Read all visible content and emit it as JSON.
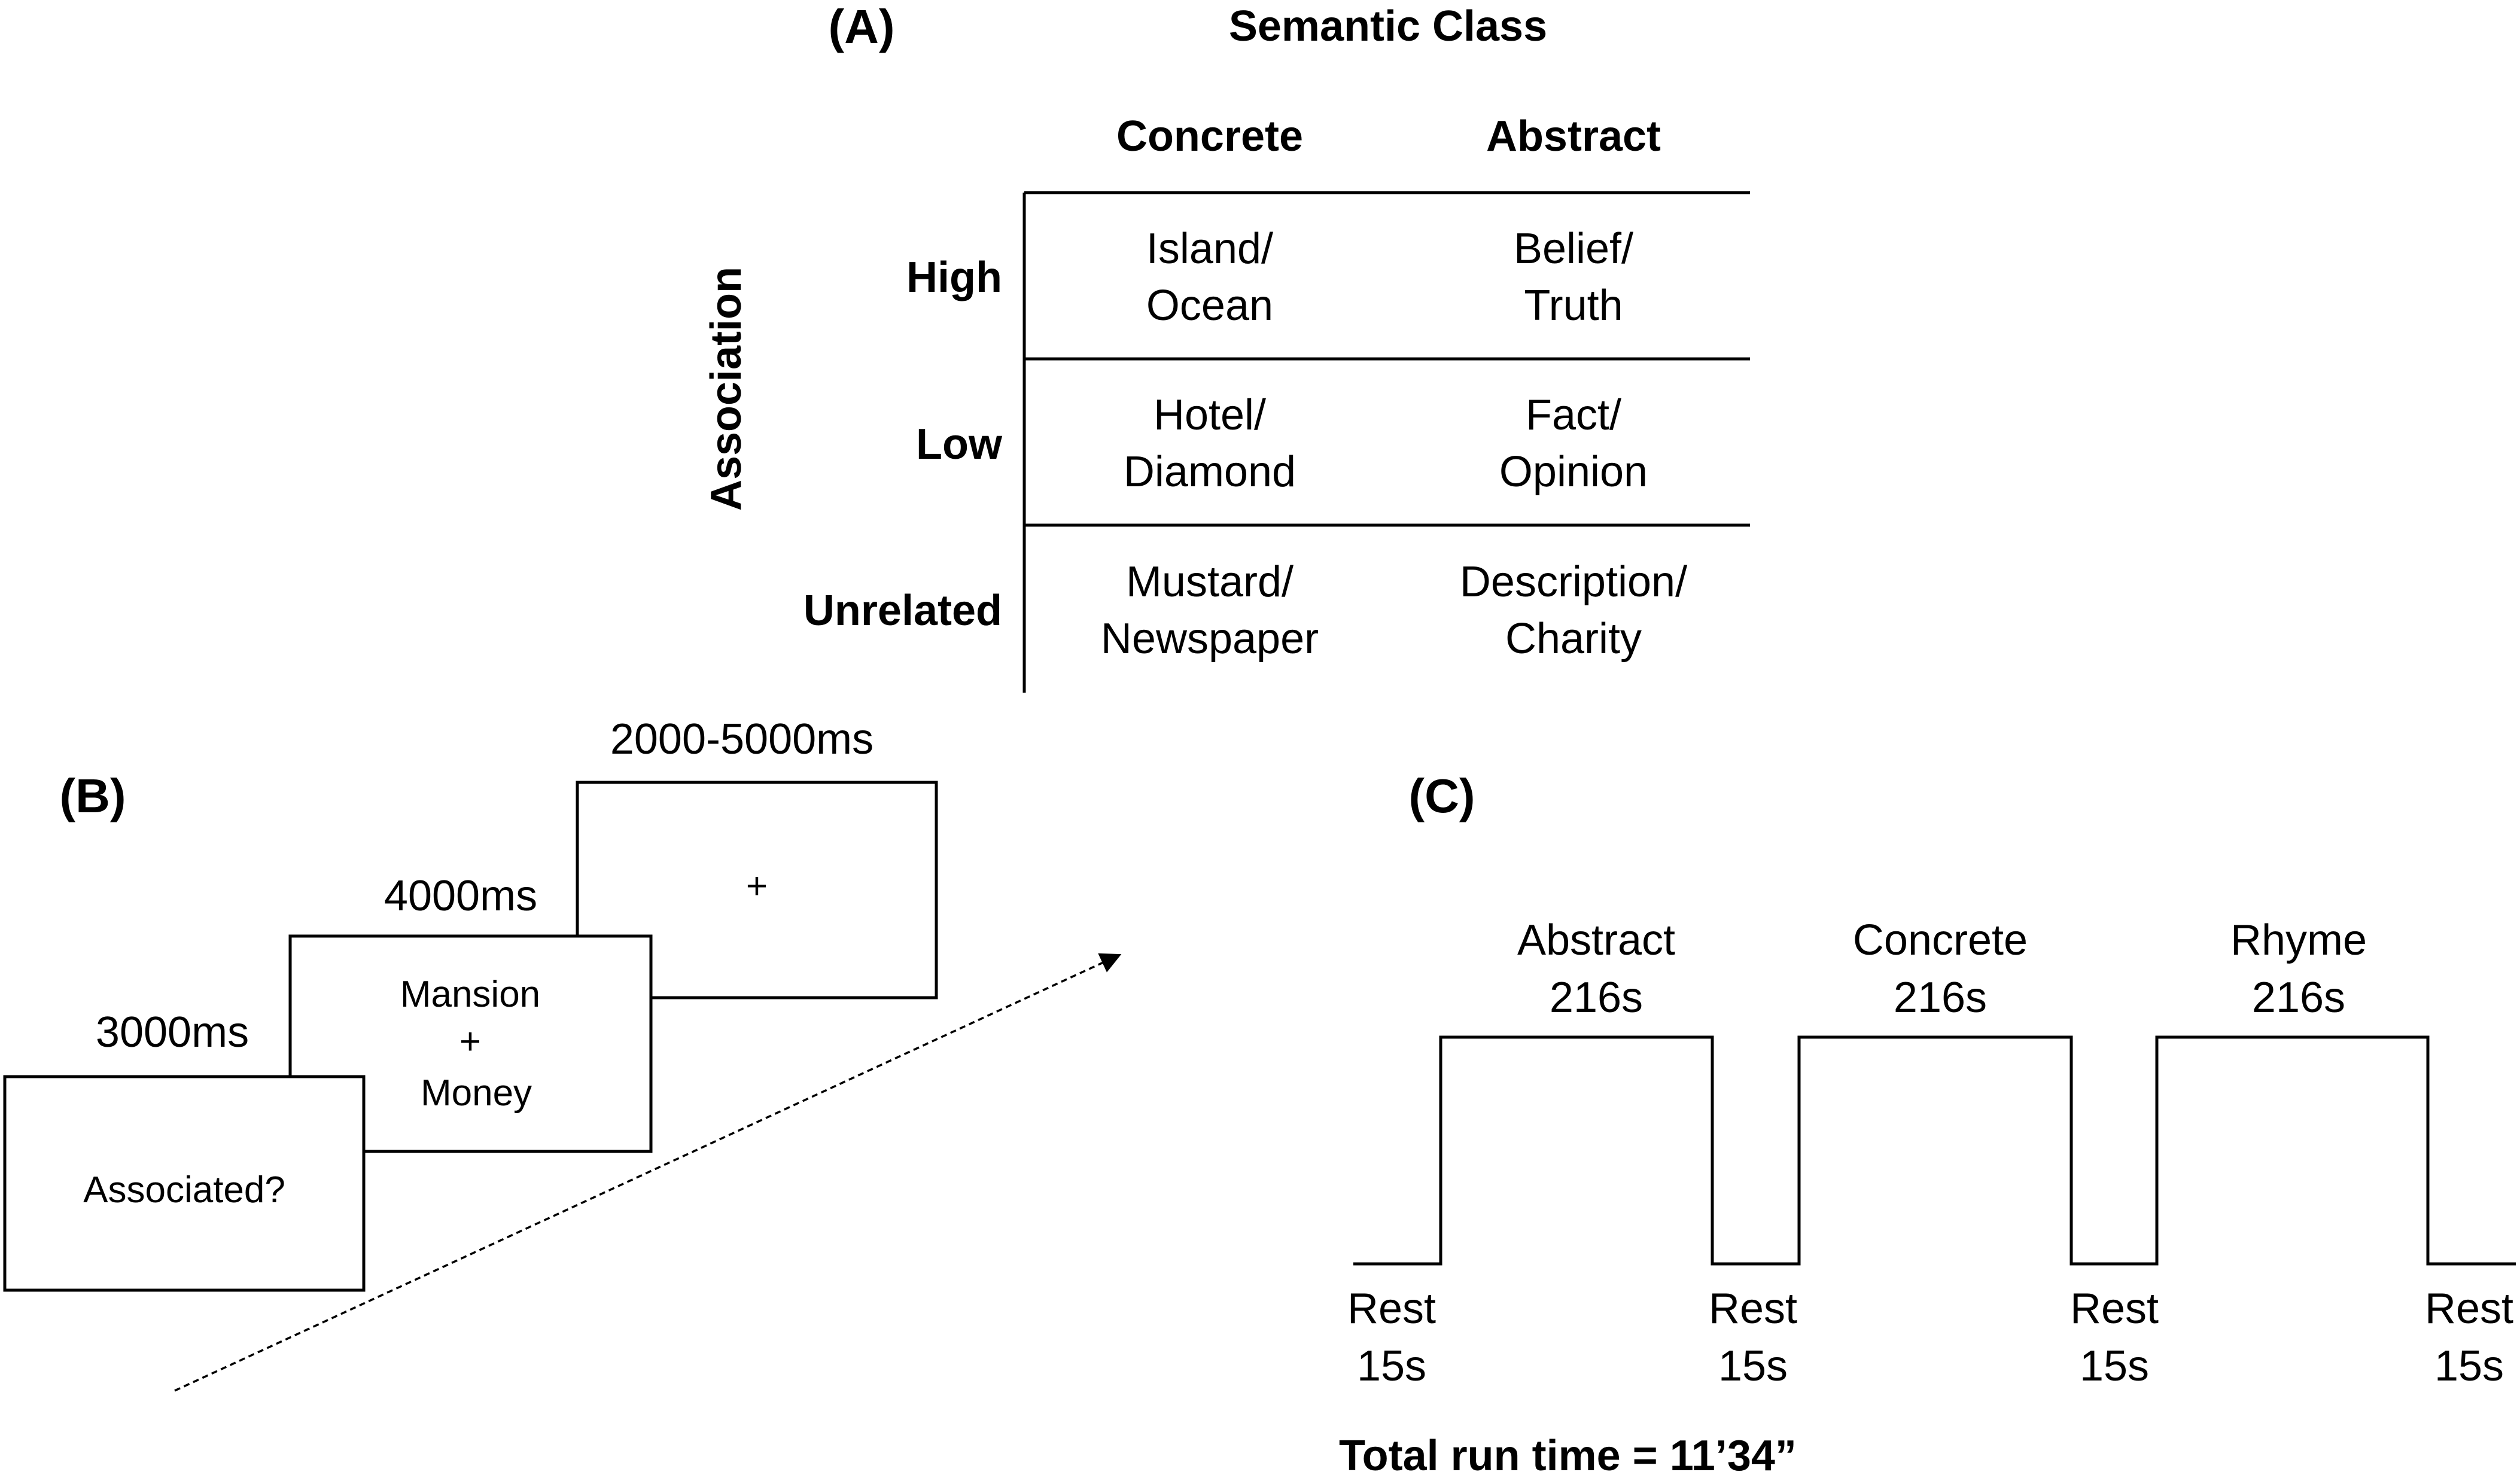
{
  "panel_a": {
    "label": "(A)",
    "header": "Semantic Class",
    "col_headers": [
      "Concrete",
      "Abstract"
    ],
    "row_axis_label": "Association",
    "rows": [
      {
        "label": "High",
        "concrete": [
          "Island/",
          "Ocean"
        ],
        "abstract": [
          "Belief/",
          "Truth"
        ]
      },
      {
        "label": "Low",
        "concrete": [
          "Hotel/",
          "Diamond"
        ],
        "abstract": [
          "Fact/",
          "Opinion"
        ]
      },
      {
        "label": "Unrelated",
        "concrete": [
          "Mustard/",
          "Newspaper"
        ],
        "abstract": [
          "Description/",
          "Charity"
        ]
      }
    ]
  },
  "panel_b": {
    "label": "(B)",
    "screens": [
      {
        "duration": "3000ms",
        "lines": [
          "Associated?"
        ]
      },
      {
        "duration": "4000ms",
        "lines": [
          "Mansion",
          "+",
          "Money"
        ]
      },
      {
        "duration": "2000-5000ms",
        "lines": [
          "+"
        ]
      }
    ]
  },
  "panel_c": {
    "label": "(C)",
    "blocks": [
      {
        "name": "Abstract",
        "duration": "216s"
      },
      {
        "name": "Concrete",
        "duration": "216s"
      },
      {
        "name": "Rhyme",
        "duration": "216s"
      }
    ],
    "rests": [
      {
        "name": "Rest",
        "duration": "15s"
      },
      {
        "name": "Rest",
        "duration": "15s"
      },
      {
        "name": "Rest",
        "duration": "15s"
      },
      {
        "name": "Rest",
        "duration": "15s"
      }
    ],
    "total": "Total run time = 11’34”"
  }
}
